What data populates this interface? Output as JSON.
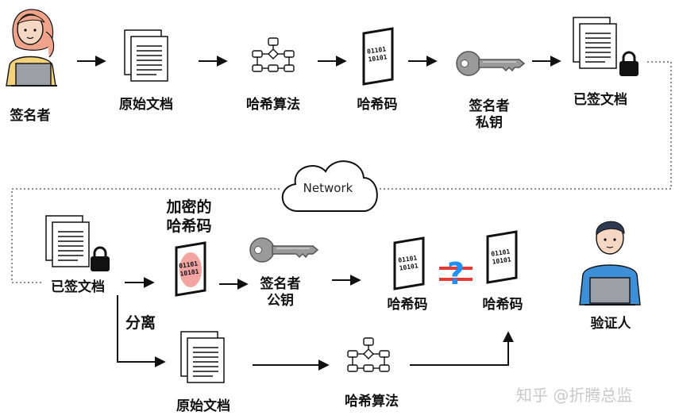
{
  "labels": {
    "signer": "签名者",
    "original_doc_1": "原始文档",
    "hash_algo_1": "哈希算法",
    "hash_code_1": "哈希码",
    "signer_private_key_l1": "签名者",
    "signer_private_key_l2": "私钥",
    "signed_doc_1": "已签文档",
    "network": "Network",
    "signed_doc_2": "已签文档",
    "encrypted_hash_l1": "加密的",
    "encrypted_hash_l2": "哈希码",
    "signer_public_key_l1": "签名者",
    "signer_public_key_l2": "公钥",
    "hash_code_2": "哈希码",
    "hash_code_3": "哈希码",
    "verifier": "验证人",
    "separate": "分离",
    "original_doc_2": "原始文档",
    "hash_algo_2": "哈希算法",
    "binary_line1": "01101",
    "binary_line2": "10101",
    "compare_symbol": "?"
  },
  "watermark": "知乎 @折腾总监",
  "colors": {
    "skin": "#f6d7c3",
    "signer_hair": "#f0a48c",
    "signer_shirt": "#f2d27a",
    "verifier_hair": "#2f3a52",
    "verifier_shirt": "#3d8fd8",
    "laptop": "#9aa0a6",
    "encrypted_fill": "#f4a3a3",
    "question_mark": "#1e90ff",
    "not_equal": "#e53935",
    "key": "#9a9a9a"
  },
  "icons": [
    "person-icon",
    "document-icon",
    "flowchart-icon",
    "binary-doc-icon",
    "key-icon",
    "lock-icon",
    "cloud-icon",
    "arrow-icon"
  ]
}
